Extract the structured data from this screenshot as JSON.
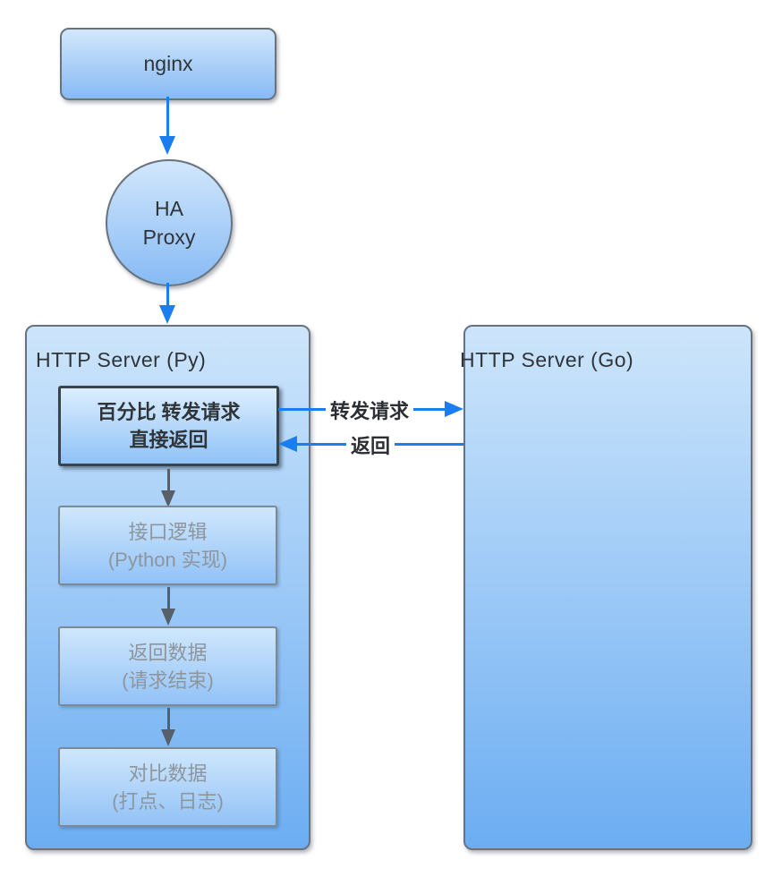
{
  "diagram": {
    "colors": {
      "arrow_blue": "#1a7ef0",
      "arrow_gray": "#575f68",
      "node_border": "#69737d",
      "highlight_border": "#39434c",
      "light_border": "#7c8a96",
      "text_dark": "#2f3438",
      "text_gray": "#8d959d",
      "fill_top": "#cde5fb",
      "fill_bottom": "#6cadf2"
    },
    "nodes": {
      "nginx": {
        "label": "nginx"
      },
      "haproxy": {
        "line1": "HA",
        "line2": "Proxy"
      },
      "py_server": {
        "title": "HTTP Server (Py)"
      },
      "go_server": {
        "title": "HTTP Server (Go)"
      },
      "percent": {
        "line1": "百分比 转发请求",
        "line2": "直接返回"
      },
      "logic": {
        "line1": "接口逻辑",
        "line2": "(Python 实现)"
      },
      "return_data": {
        "line1": "返回数据",
        "line2": "(请求结束)"
      },
      "compare": {
        "line1": "对比数据",
        "line2": "(打点、日志)"
      }
    },
    "edges": {
      "forward_label": "转发请求",
      "return_label": "返回"
    }
  }
}
